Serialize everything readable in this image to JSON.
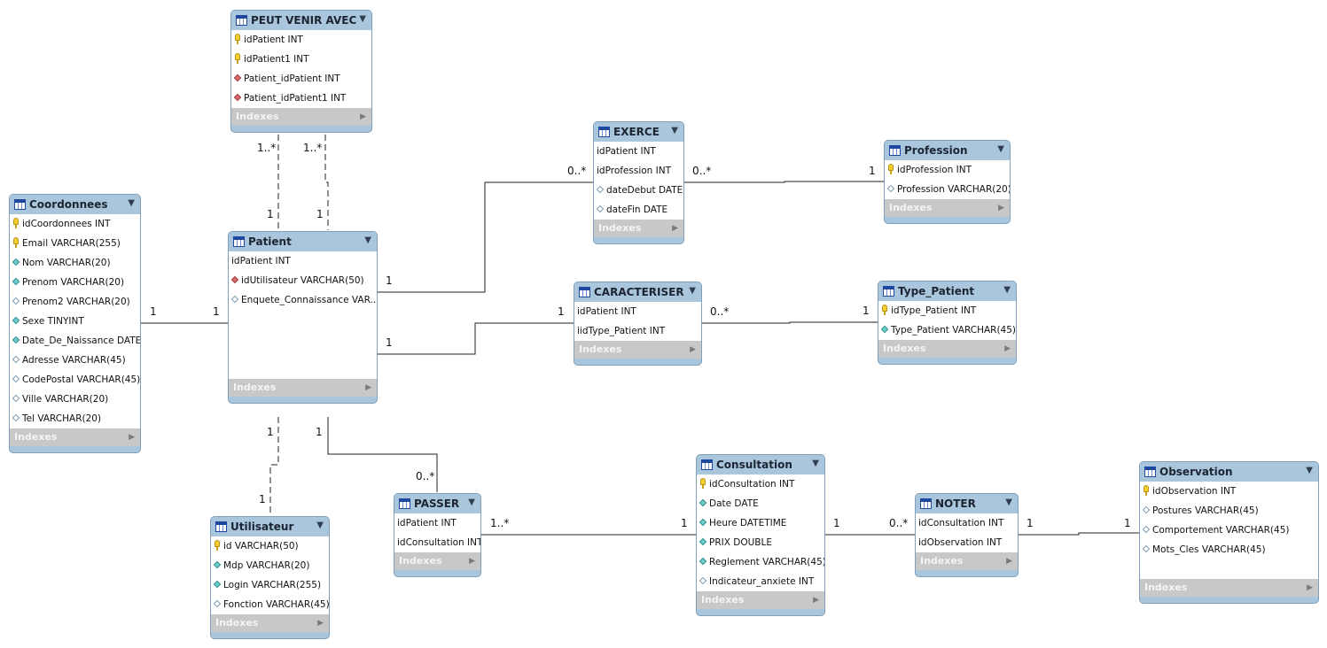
{
  "tables": {
    "peut": {
      "name": "PEUT VENIR AVEC",
      "columns": [
        {
          "label": "idPatient INT",
          "marker": "key"
        },
        {
          "label": "idPatient1 INT",
          "marker": "key"
        },
        {
          "label": "Patient_idPatient INT",
          "marker": "fk"
        },
        {
          "label": "Patient_idPatient1 INT",
          "marker": "fk"
        }
      ],
      "indexes": "Indexes"
    },
    "coord": {
      "name": "Coordonnees",
      "columns": [
        {
          "label": "idCoordonnees INT",
          "marker": "key"
        },
        {
          "label": "Email VARCHAR(255)",
          "marker": "key"
        },
        {
          "label": "Nom VARCHAR(20)",
          "marker": "nn"
        },
        {
          "label": "Prenom VARCHAR(20)",
          "marker": "nn"
        },
        {
          "label": "Prenom2 VARCHAR(20)",
          "marker": "nul"
        },
        {
          "label": "Sexe TINYINT",
          "marker": "nn"
        },
        {
          "label": "Date_De_Naissance DATE",
          "marker": "nn"
        },
        {
          "label": "Adresse VARCHAR(45)",
          "marker": "nul"
        },
        {
          "label": "CodePostal VARCHAR(45)",
          "marker": "nul"
        },
        {
          "label": "Ville VARCHAR(20)",
          "marker": "nul"
        },
        {
          "label": "Tel VARCHAR(20)",
          "marker": "nul"
        }
      ],
      "indexes": "Indexes"
    },
    "patient": {
      "name": "Patient",
      "columns": [
        {
          "label": "idPatient INT",
          "marker": "none"
        },
        {
          "label": "idUtilisateur VARCHAR(50)",
          "marker": "fk"
        },
        {
          "label": "Enquete_Connaissance VAR...",
          "marker": "nul"
        }
      ],
      "indexes": "Indexes"
    },
    "exerce": {
      "name": "EXERCE",
      "columns": [
        {
          "label": "idPatient INT",
          "marker": "none"
        },
        {
          "label": "idProfession INT",
          "marker": "none"
        },
        {
          "label": "dateDebut DATE",
          "marker": "nul"
        },
        {
          "label": "dateFin DATE",
          "marker": "nul"
        }
      ],
      "indexes": "Indexes"
    },
    "profession": {
      "name": "Profession",
      "columns": [
        {
          "label": "idProfession INT",
          "marker": "key"
        },
        {
          "label": "Profession VARCHAR(20)",
          "marker": "nul"
        }
      ],
      "indexes": "Indexes"
    },
    "caract": {
      "name": "CARACTERISER",
      "columns": [
        {
          "label": "idPatient INT",
          "marker": "none"
        },
        {
          "label": "iidType_Patient INT",
          "marker": "none"
        }
      ],
      "indexes": "Indexes"
    },
    "typepatient": {
      "name": "Type_Patient",
      "columns": [
        {
          "label": "idType_Patient INT",
          "marker": "key"
        },
        {
          "label": "Type_Patient VARCHAR(45)",
          "marker": "nn"
        }
      ],
      "indexes": "Indexes"
    },
    "utilisateur": {
      "name": "Utilisateur",
      "columns": [
        {
          "label": "id VARCHAR(50)",
          "marker": "key"
        },
        {
          "label": "Mdp VARCHAR(20)",
          "marker": "nn"
        },
        {
          "label": "Login VARCHAR(255)",
          "marker": "nn"
        },
        {
          "label": "Fonction VARCHAR(45)",
          "marker": "nul"
        }
      ],
      "indexes": "Indexes"
    },
    "passer": {
      "name": "PASSER",
      "columns": [
        {
          "label": "idPatient INT",
          "marker": "none"
        },
        {
          "label": "idConsultation INT",
          "marker": "none"
        }
      ],
      "indexes": "Indexes"
    },
    "consultation": {
      "name": "Consultation",
      "columns": [
        {
          "label": "idConsultation INT",
          "marker": "key"
        },
        {
          "label": "Date DATE",
          "marker": "nn"
        },
        {
          "label": "Heure DATETIME",
          "marker": "nn"
        },
        {
          "label": "PRIX DOUBLE",
          "marker": "nn"
        },
        {
          "label": "Reglement VARCHAR(45)",
          "marker": "nn"
        },
        {
          "label": "Indicateur_anxiete INT",
          "marker": "nul"
        }
      ],
      "indexes": "Indexes"
    },
    "noter": {
      "name": "NOTER",
      "columns": [
        {
          "label": "idConsultation INT",
          "marker": "none"
        },
        {
          "label": "idObservation INT",
          "marker": "none"
        }
      ],
      "indexes": "Indexes"
    },
    "observation": {
      "name": "Observation",
      "columns": [
        {
          "label": "idObservation INT",
          "marker": "key"
        },
        {
          "label": "Postures VARCHAR(45)",
          "marker": "nul"
        },
        {
          "label": "Comportement VARCHAR(45)",
          "marker": "nul"
        },
        {
          "label": "Mots_Cles VARCHAR(45)",
          "marker": "nul"
        }
      ],
      "indexes": "Indexes"
    }
  },
  "cardinalities": {
    "peut_a_top": "1..*",
    "peut_b_top": "1..*",
    "peut_a_bottom": "1",
    "peut_b_bottom": "1",
    "coord_right": "1",
    "patient_left": "1",
    "patient_exerce": "1",
    "exerce_left": "0..*",
    "exerce_right": "0..*",
    "profession_left": "1",
    "patient_caract": "1",
    "caract_left": "1",
    "caract_right": "0..*",
    "typepatient_left": "1",
    "patient_util": "1",
    "util_top": "1",
    "patient_passer": "1",
    "passer_top": "0..*",
    "passer_right": "1..*",
    "consult_left": "1",
    "consult_right": "1",
    "noter_left": "0..*",
    "noter_right": "1",
    "observation_left": "1"
  }
}
